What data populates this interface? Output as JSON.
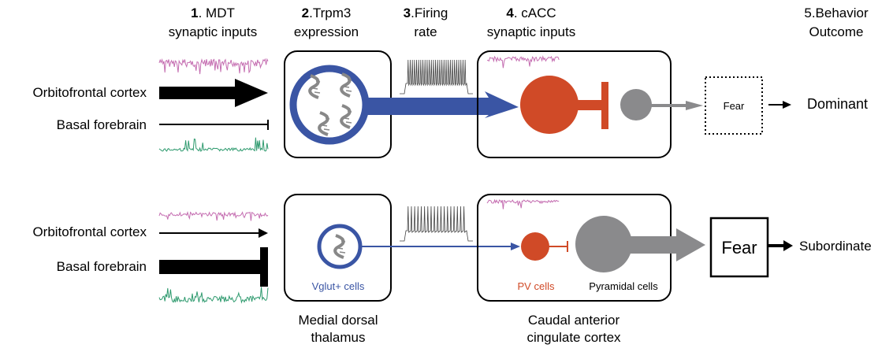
{
  "headers": [
    {
      "num": "1",
      "line1": ". MDT",
      "line2": "synaptic inputs"
    },
    {
      "num": "2",
      "line1": ".Trpm3",
      "line2": "expression"
    },
    {
      "num": "3",
      "line1": ".Firing",
      "line2": "rate"
    },
    {
      "num": "4",
      "line1": ". cACC",
      "line2": "synaptic inputs"
    },
    {
      "num": "",
      "line1": "5.Behavior",
      "line2": "Outcome"
    }
  ],
  "top_row": {
    "input1": "Orbitofrontal cortex",
    "input2": "Basal forebrain",
    "fear": "Fear",
    "outcome": "Dominant"
  },
  "bottom_row": {
    "input1": "Orbitofrontal cortex",
    "input2": "Basal forebrain",
    "vglut_label": "Vglut+ cells",
    "pv_label": "PV cells",
    "pyramidal_label": "Pyramidal cells",
    "fear": "Fear",
    "outcome": "Subordinate"
  },
  "regions": {
    "mdt_line1": "Medial dorsal",
    "mdt_line2": "thalamus",
    "cacc_line1": "Caudal anterior",
    "cacc_line2": "cingulate cortex"
  },
  "colors": {
    "blue": "#3a55a4",
    "red": "#d04a27",
    "gray": "#8a8a8c",
    "pink": "#c46cb0",
    "green": "#2e9a6e"
  }
}
